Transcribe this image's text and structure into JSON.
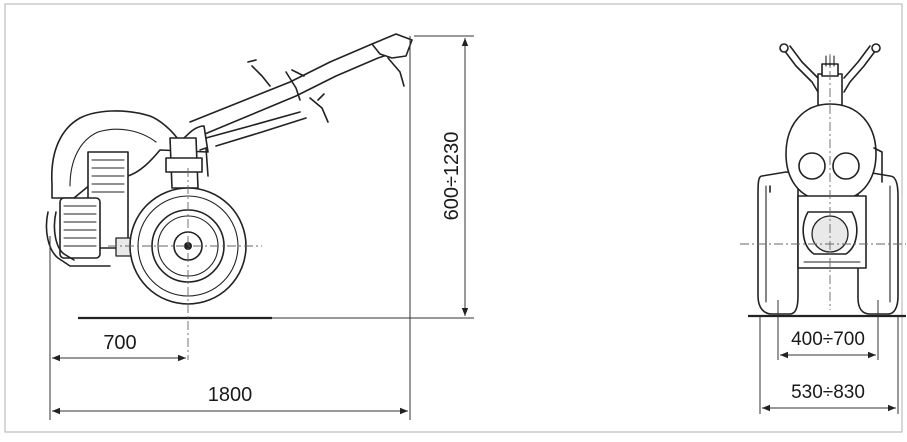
{
  "dimensions": {
    "wheel_offset": "700",
    "overall_length": "1800",
    "handle_height": "600÷1230",
    "track_width": "400÷700",
    "overall_width": "530÷830"
  }
}
